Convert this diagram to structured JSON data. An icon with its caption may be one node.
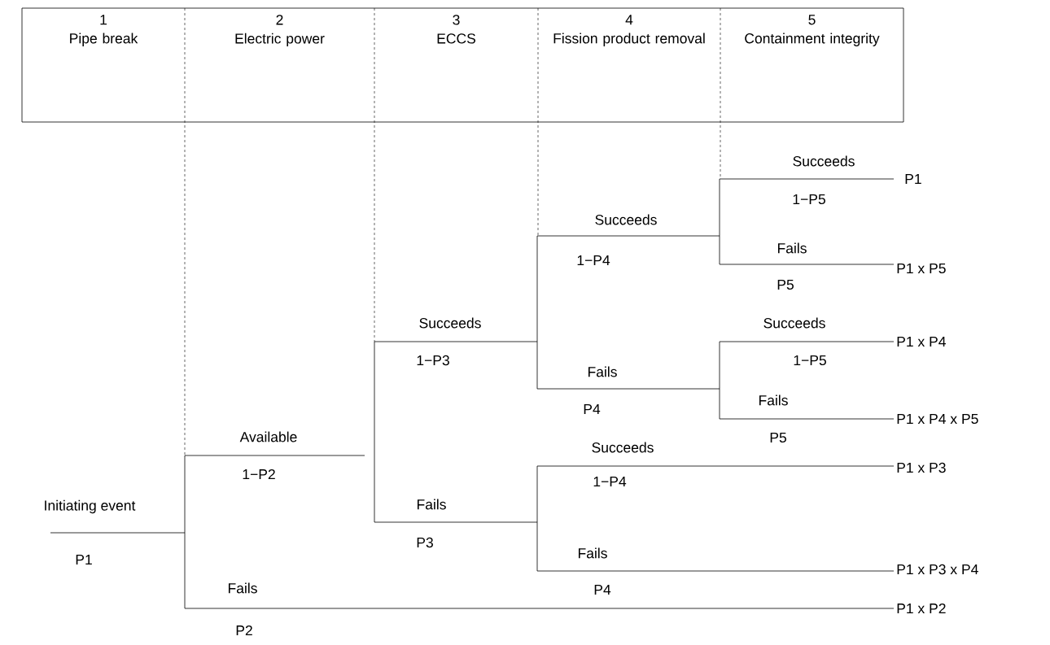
{
  "diagram": {
    "nodes": [
      {
        "text": [
          "1",
          "Pipe break"
        ]
      },
      {
        "text": [
          "2",
          "Electric power"
        ]
      },
      {
        "text": [
          "3",
          "ECCS"
        ]
      },
      {
        "text": [
          "4",
          "Fission product removal"
        ]
      },
      {
        "text": [
          "5",
          "Containment integrity"
        ]
      }
    ],
    "labels": [
      "Succeeds",
      "P1",
      "1−P5",
      "Succeeds",
      "Fails",
      "P1 x P5",
      "1−P4",
      "P5",
      "Succeeds",
      "Succeeds",
      "P1 x P4",
      "1−P3",
      "1−P5",
      "Fails",
      "Fails",
      "P4",
      "P1 x P4 x P5",
      "Available",
      "P5",
      "Succeeds",
      "P1 x P3",
      "1−P2",
      "1−P4",
      "Initiating event",
      "Fails",
      "P3",
      "P1",
      "Fails",
      "P1 x P3 x P4",
      "Fails",
      "P4",
      "P1 x P2",
      "P2"
    ]
  }
}
